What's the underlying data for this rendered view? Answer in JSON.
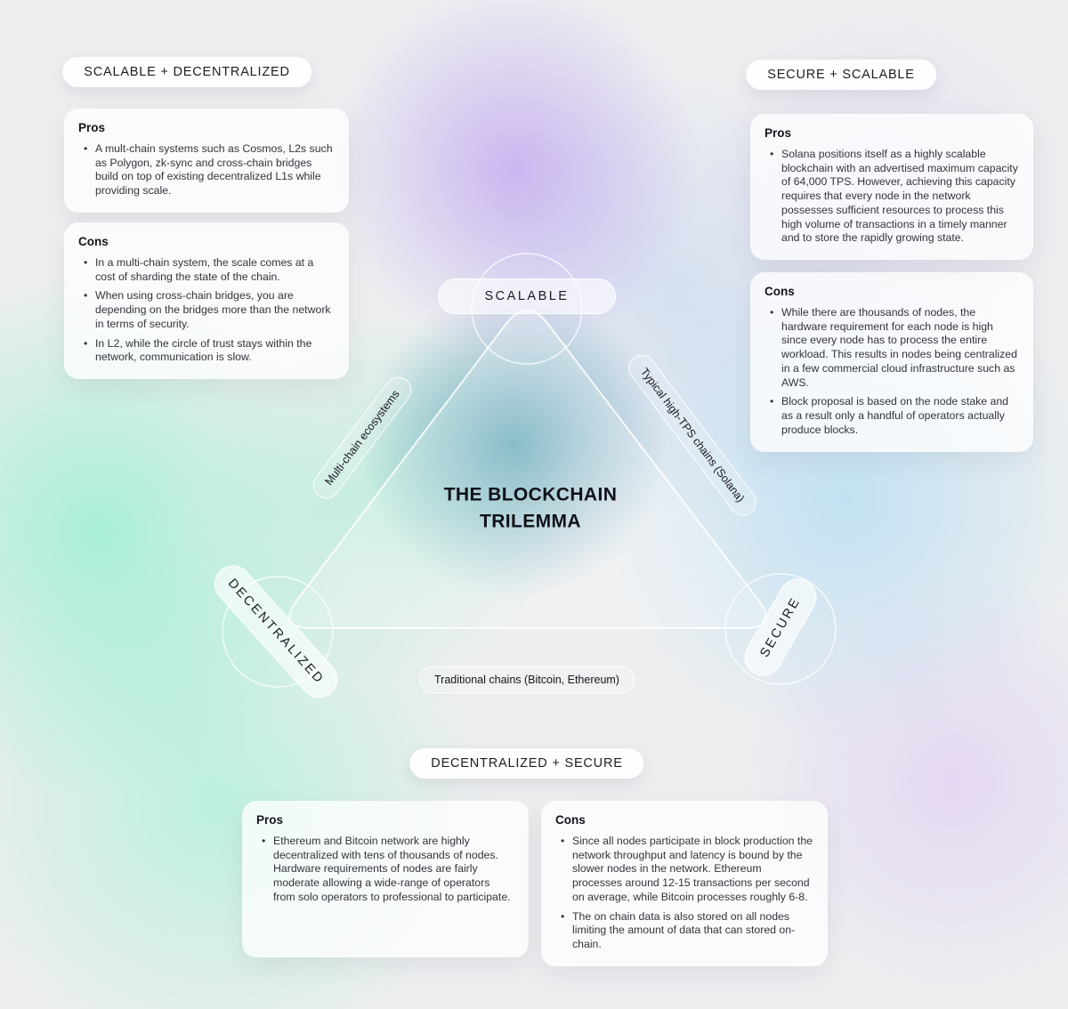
{
  "diagram": {
    "title_line1": "THE BLOCKCHAIN",
    "title_line2": "TRILEMMA"
  },
  "vertices": {
    "top": {
      "label": "SCALABLE"
    },
    "bottom_left": {
      "label": "DECENTRALIZED"
    },
    "bottom_right": {
      "label": "SECURE"
    }
  },
  "edges": {
    "left": {
      "label": "Multi-chain ecosystems"
    },
    "right": {
      "label": "Typical high-TPS chains (Solana)"
    },
    "bottom": {
      "label": "Traditional chains (Bitcoin, Ethereum)"
    }
  },
  "sections": {
    "scalable_decentralized": {
      "heading": "SCALABLE + DECENTRALIZED",
      "pros": {
        "title": "Pros",
        "items": [
          "A mult-chain systems such as Cosmos, L2s such as Polygon, zk-sync and cross-chain bridges build on top of existing decentralized L1s while providing scale."
        ]
      },
      "cons": {
        "title": "Cons",
        "items": [
          "In a multi-chain system, the scale comes at a cost of sharding the state of the chain.",
          "When using cross-chain bridges, you are depending on the bridges more than the network in terms of security.",
          "In L2, while the circle of trust stays within the network, communication is slow."
        ]
      }
    },
    "secure_scalable": {
      "heading": "SECURE + SCALABLE",
      "pros": {
        "title": "Pros",
        "items": [
          "Solana positions itself as a highly scalable blockchain with an advertised maximum capacity of 64,000 TPS. However, achieving this capacity requires that every node in the network possesses sufficient resources to process this high volume of transactions in a timely manner and to store the rapidly growing state."
        ]
      },
      "cons": {
        "title": "Cons",
        "items": [
          "While there are thousands of nodes, the hardware requirement for each node is high since every node has to process the entire workload. This results in nodes being centralized in a few commercial cloud infrastructure such as AWS.",
          "Block proposal is based on the node stake and as a result only a handful of operators actually produce blocks."
        ]
      }
    },
    "decentralized_secure": {
      "heading": "DECENTRALIZED + SECURE",
      "pros": {
        "title": "Pros",
        "items": [
          "Ethereum and Bitcoin network are highly decentralized with tens of thousands of nodes. Hardware requirements of nodes are fairly moderate allowing a wide-range of operators from solo operators to professional to participate."
        ]
      },
      "cons": {
        "title": "Cons",
        "items": [
          "Since all nodes participate in block production the network throughput and latency is bound by the slower nodes in the network. Ethereum processes around 12-15 transactions per second on average, while Bitcoin processes roughly 6-8.",
          "The on chain data is also stored on all nodes limiting the amount of data that can stored on-chain."
        ]
      }
    }
  },
  "colors": {
    "teal_glow": "#1e809e",
    "purple_blob": "#af8af0",
    "mint_blob": "#64f0ba",
    "blue_blob": "#96d4f5",
    "lavender_blob": "#dec6f4",
    "base_background": "#edeef0",
    "text_dark": "#14141c"
  }
}
